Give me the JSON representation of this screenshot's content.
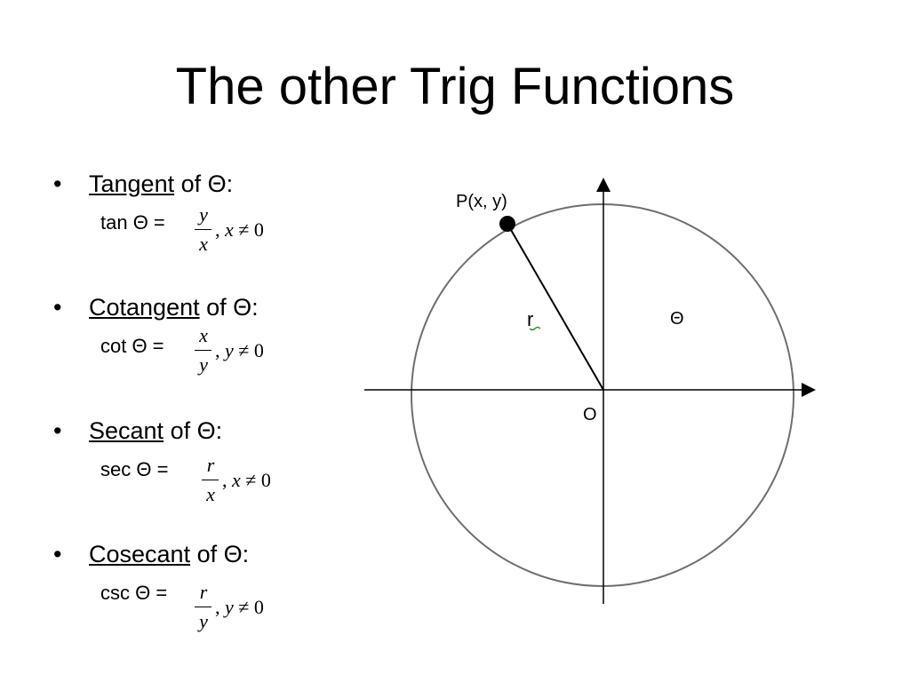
{
  "title": "The other Trig Functions",
  "bullets": [
    {
      "term": "Tangent",
      "suffix": " of Θ:",
      "label": "tan Θ =",
      "num": "y",
      "den": "x",
      "cond_var": "x",
      "cond_rest": " ≠ 0"
    },
    {
      "term": "Cotangent",
      "suffix": " of Θ:",
      "label": "cot Θ =",
      "num": "x",
      "den": "y",
      "cond_var": "y",
      "cond_rest": " ≠ 0"
    },
    {
      "term": "Secant",
      "suffix": " of Θ:",
      "label": "sec Θ =",
      "num": "r",
      "den": "x",
      "cond_var": "x",
      "cond_rest": " ≠ 0"
    },
    {
      "term": "Cosecant",
      "suffix": " of Θ:",
      "label": "csc Θ =",
      "num": "r",
      "den": "y",
      "cond_var": "y",
      "cond_rest": " ≠ 0"
    }
  ],
  "bullet_glyph": "•",
  "comma": ",",
  "diagram": {
    "point_label": "P(x, y)",
    "radius_label": "r",
    "angle_label": "Θ",
    "origin_label": "O"
  },
  "colors": {
    "ink": "#000000",
    "circle": "#6e6e6e",
    "radius_mark": "#2e8b2e"
  }
}
